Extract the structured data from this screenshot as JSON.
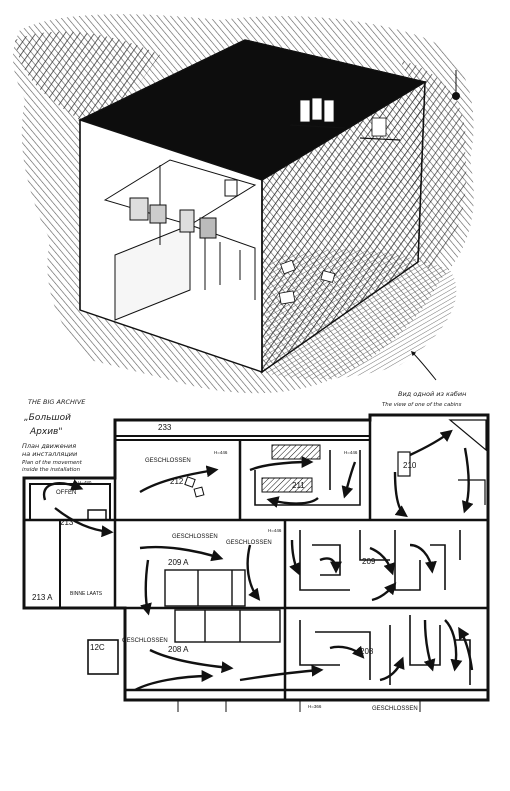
{
  "annotations": {
    "title_en": "THE BIG ARCHIVE",
    "title_ru_1": "„Большой",
    "title_ru_2": "Архив\"",
    "plan_ru_1": "План движения",
    "plan_ru_2": "на инсталляции",
    "plan_en_1": "Plan of the movement",
    "plan_en_2": "inside the installation",
    "view_ru": "Вид одной из кабин",
    "view_en": "The view of one of the cabins"
  },
  "rooms": {
    "r233": "233",
    "r212": "212",
    "r211": "211",
    "r210": "210",
    "r213": "213",
    "r213a": "213 A",
    "r209a": "209 A",
    "r209": "209",
    "r208a": "208 A",
    "r208": "208",
    "r212c": "12C"
  },
  "markers": {
    "geschlossen": "GESCHLOSSEN",
    "offen": "OFFEN",
    "binnen": "BINNE LAATS",
    "h446a": "H=446",
    "h446b": "H=446",
    "h480": "H=480",
    "h446c": "H=446",
    "h366": "H=366"
  },
  "colors": {
    "ink": "#111111",
    "paper": "#ffffff",
    "hatch": "#444444"
  }
}
